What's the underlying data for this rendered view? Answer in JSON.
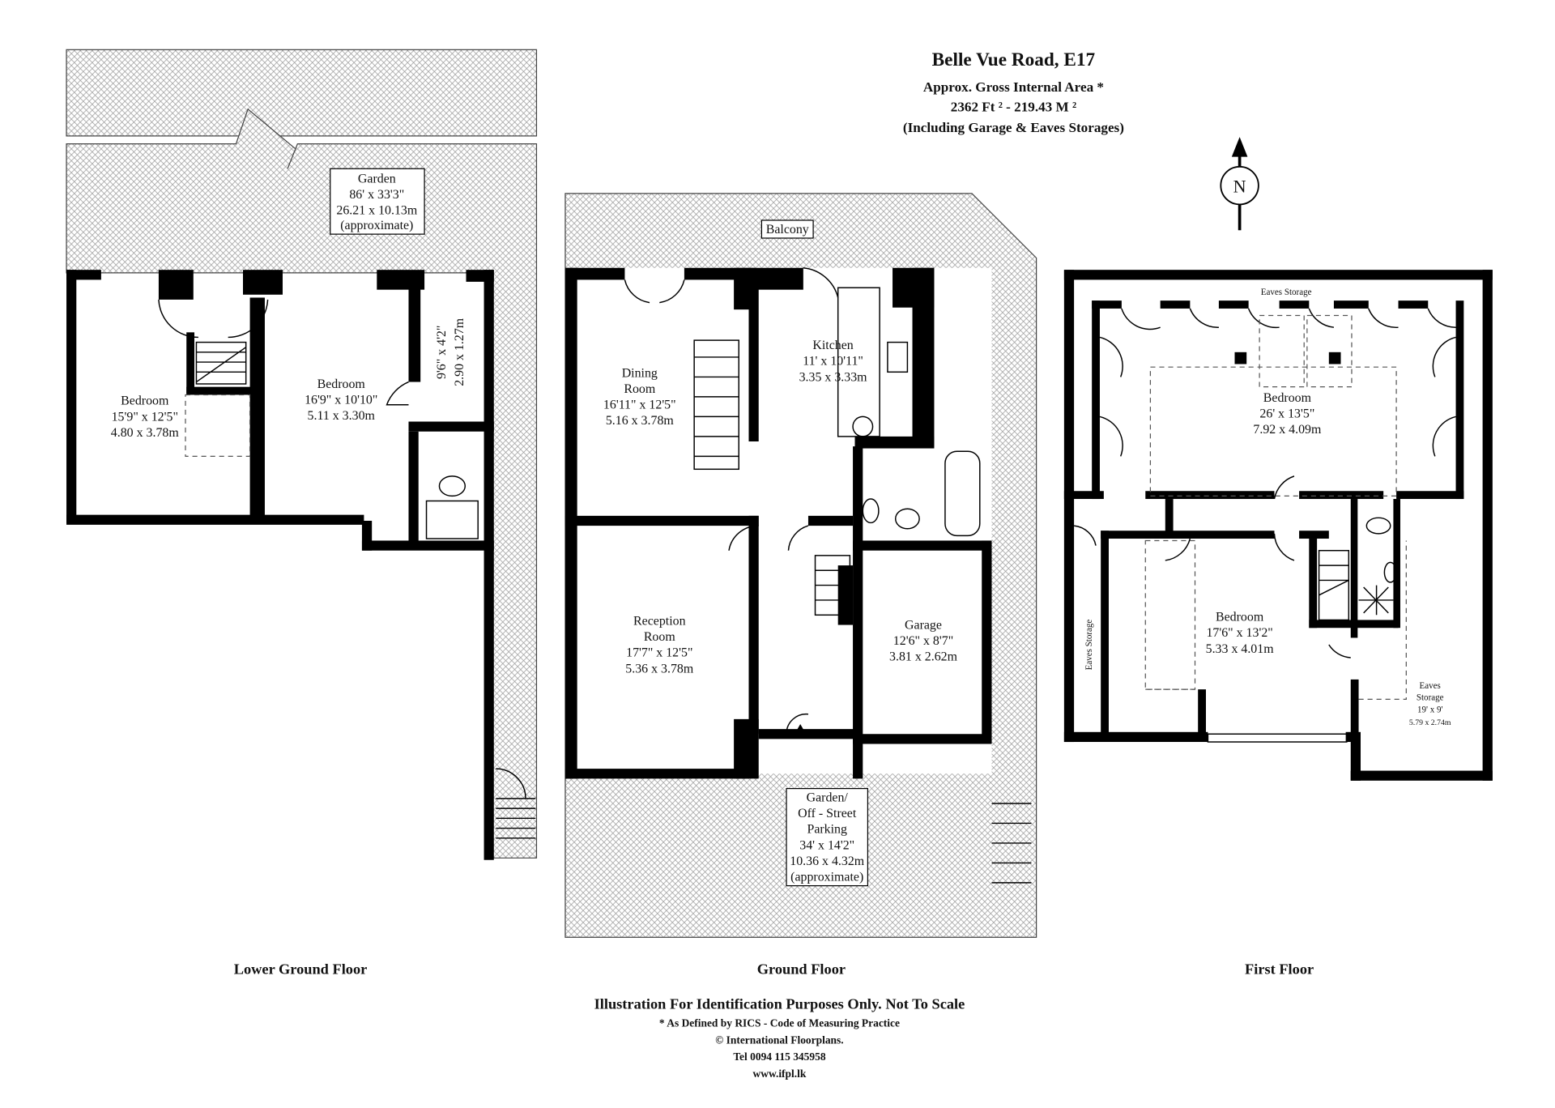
{
  "header": {
    "title": "Belle Vue Road, E17",
    "area_label": "Approx. Gross Internal Area *",
    "area_value": "2362 Ft ²  -  219.43 M ²",
    "area_note": "(Including Garage & Eaves Storages)"
  },
  "compass": {
    "letter": "N"
  },
  "floors": {
    "lower": {
      "name": "Lower Ground Floor",
      "garden": {
        "name": "Garden",
        "imperial": "86' x 33'3\"",
        "metric": "26.21 x 10.13m",
        "note": "(approximate)"
      },
      "bedroom1": {
        "name": "Bedroom",
        "imperial": "15'9\" x 12'5\"",
        "metric": "4.80 x 3.78m"
      },
      "bedroom2": {
        "name": "Bedroom",
        "imperial": "16'9\" x 10'10\"",
        "metric": "5.11 x 3.30m"
      },
      "store": {
        "imperial": "9'6\" x 4'2\"",
        "metric": "2.90 x 1.27m"
      }
    },
    "ground": {
      "name": "Ground Floor",
      "balcony": "Balcony",
      "dining": {
        "name1": "Dining",
        "name2": "Room",
        "imperial": "16'11\" x 12'5\"",
        "metric": "5.16 x 3.78m"
      },
      "kitchen": {
        "name": "Kitchen",
        "imperial": "11' x 10'11\"",
        "metric": "3.35 x 3.33m"
      },
      "reception": {
        "name1": "Reception",
        "name2": "Room",
        "imperial": "17'7\" x 12'5\"",
        "metric": "5.36 x 3.78m"
      },
      "garage": {
        "name": "Garage",
        "imperial": "12'6\" x 8'7\"",
        "metric": "3.81 x 2.62m"
      },
      "parking": {
        "line1": "Garden/",
        "line2": "Off - Street",
        "line3": "Parking",
        "imperial": "34' x 14'2\"",
        "metric": "10.36 x 4.32m",
        "note": "(approximate)"
      }
    },
    "first": {
      "name": "First Floor",
      "eaves_top": "Eaves Storage",
      "eaves_left": "Eaves Storage",
      "bedroom1": {
        "name": "Bedroom",
        "imperial": "26' x 13'5\"",
        "metric": "7.92 x 4.09m"
      },
      "bedroom2": {
        "name": "Bedroom",
        "imperial": "17'6\" x 13'2\"",
        "metric": "5.33 x 4.01m"
      },
      "eaves_storage": {
        "name1": "Eaves",
        "name2": "Storage",
        "imperial": "19' x 9'",
        "metric": "5.79 x 2.74m"
      }
    }
  },
  "footer": {
    "disclaimer": "Illustration For Identification Purposes Only. Not To Scale",
    "rics": "* As Defined by RICS - Code of Measuring Practice",
    "copyright": "© International Floorplans.",
    "tel": "Tel 0094 115 345958",
    "web": "www.ifpl.lk"
  }
}
